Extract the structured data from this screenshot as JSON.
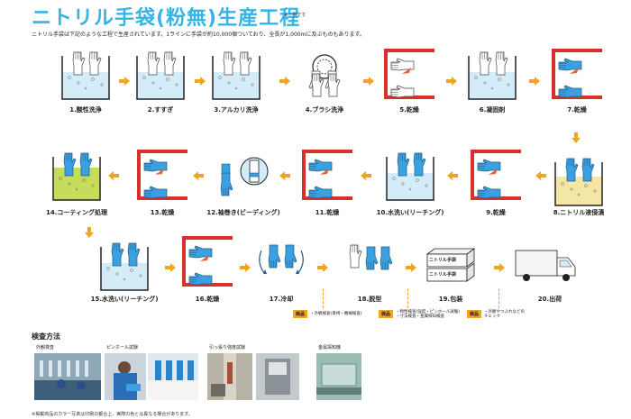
{
  "title": "ニトリル手袋(粉無)生産工程",
  "title_note": "※一例です",
  "intro": "ニトリル手袋は下記のような工程で生産されています。1ラインに手袋が約10,000個ついており、全長が1,000mに及ぶものもあります。",
  "steps": [
    {
      "label": "1.酸性洗浄",
      "icon": "acid-wash-tank-icon"
    },
    {
      "label": "2.すすぎ",
      "icon": "rinse-tank-icon"
    },
    {
      "label": "3.アルカリ洗浄",
      "icon": "alkali-wash-tank-icon"
    },
    {
      "label": "4.ブラシ洗浄",
      "icon": "brush-wash-icon"
    },
    {
      "label": "5.乾燥",
      "icon": "oven-dry-icon"
    },
    {
      "label": "6.凝固剤",
      "icon": "coagulant-tank-icon"
    },
    {
      "label": "7.乾燥",
      "icon": "oven-dry-icon"
    },
    {
      "label": "8.ニトリル液侵漬",
      "icon": "nitrile-dip-tank-icon"
    },
    {
      "label": "9.乾燥",
      "icon": "oven-dry-icon"
    },
    {
      "label": "10.水洗い(リーチング)",
      "icon": "leaching-tank-icon"
    },
    {
      "label": "11.乾燥",
      "icon": "oven-dry-icon"
    },
    {
      "label": "12.袖巻き(ビーディング)",
      "icon": "beading-icon"
    },
    {
      "label": "13.乾燥",
      "icon": "oven-dry-icon"
    },
    {
      "label": "14.コーティング処理",
      "icon": "coating-tank-icon"
    },
    {
      "label": "15.水洗い(リーチング)",
      "icon": "leaching-tank-icon"
    },
    {
      "label": "16.乾燥",
      "icon": "oven-dry-icon"
    },
    {
      "label": "17.冷却",
      "icon": "cooling-icon"
    },
    {
      "label": "18.脱型",
      "icon": "stripping-icon"
    },
    {
      "label": "19.包装",
      "icon": "packaging-box-icon"
    },
    {
      "label": "20.出荷",
      "icon": "shipping-truck-icon"
    }
  ],
  "box_label": "ニトリル手袋",
  "inspections": [
    {
      "tag": "検品",
      "text": "・外観検査(目視・機械検査)"
    },
    {
      "tag": "検品",
      "text": "・物性検査(強度・ピンホール試験)\n・寸法検査・金属探知検査"
    },
    {
      "tag": "検品",
      "text": "・外観やつぶれなどの\nチェック"
    }
  ],
  "inspection_methods_title": "検査方法",
  "inspection_methods": [
    {
      "label": "外観検査"
    },
    {
      "label": "ピンホール試験"
    },
    {
      "label": "引っ張り強度試験"
    },
    {
      "label": "金属探知機"
    }
  ],
  "footnote": "※掲載商品のカラー写真は印刷の都合上、実際の色とは異なる場合があります。",
  "colors": {
    "title": "#36b4e5",
    "glove": "#3aa0e0",
    "tank_liquid": "#d4ecf7",
    "oven_red": "#d6322b",
    "nitrile_liquid": "#f3e6a6",
    "coating_liquid": "#c7dc5a",
    "inspection_tag": "#f2a41c",
    "arrow": "#f2a41c"
  }
}
